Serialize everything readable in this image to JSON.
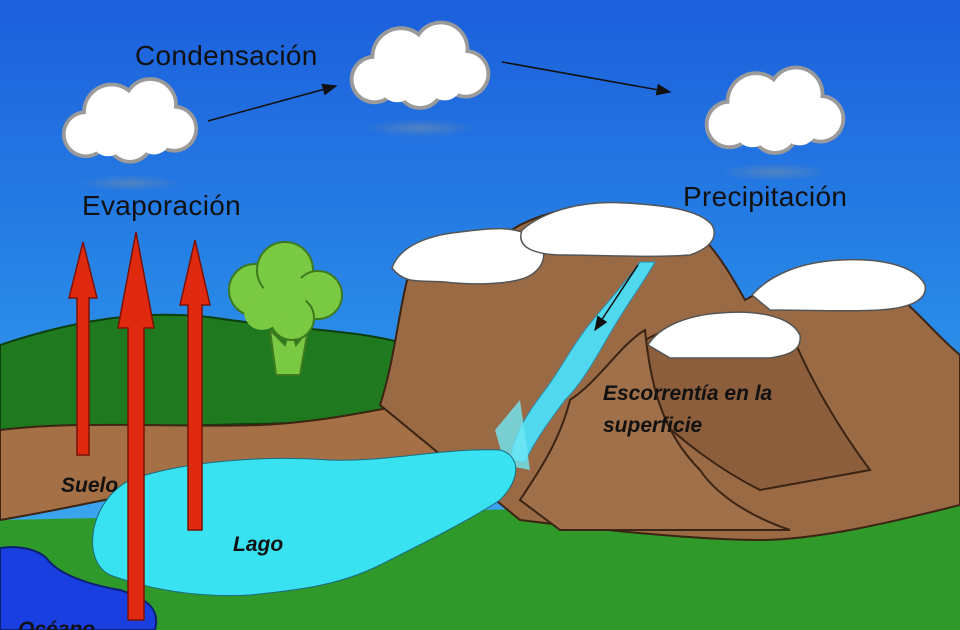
{
  "diagram": {
    "labels": {
      "condensation": "Condensación",
      "evaporation": "Evaporación",
      "precipitation": "Precipitación",
      "runoff_line1": "Escorrentía en la",
      "runoff_line2": "superficie",
      "soil": "Suelo",
      "lake": "Lago",
      "ocean_partial": "Océano"
    },
    "colors": {
      "sky": "#1e6fe0",
      "sky_light": "#3aa0f0",
      "grass": "#2e8b2a",
      "dark_green": "#1f6e1f",
      "mountain": "#9a6a44",
      "soil": "#a57045",
      "water": "#39e2f0",
      "ocean": "#1a3fe0",
      "arrow_red": "#e02a10",
      "snow": "#ffffff",
      "tree": "#7ac943"
    }
  }
}
